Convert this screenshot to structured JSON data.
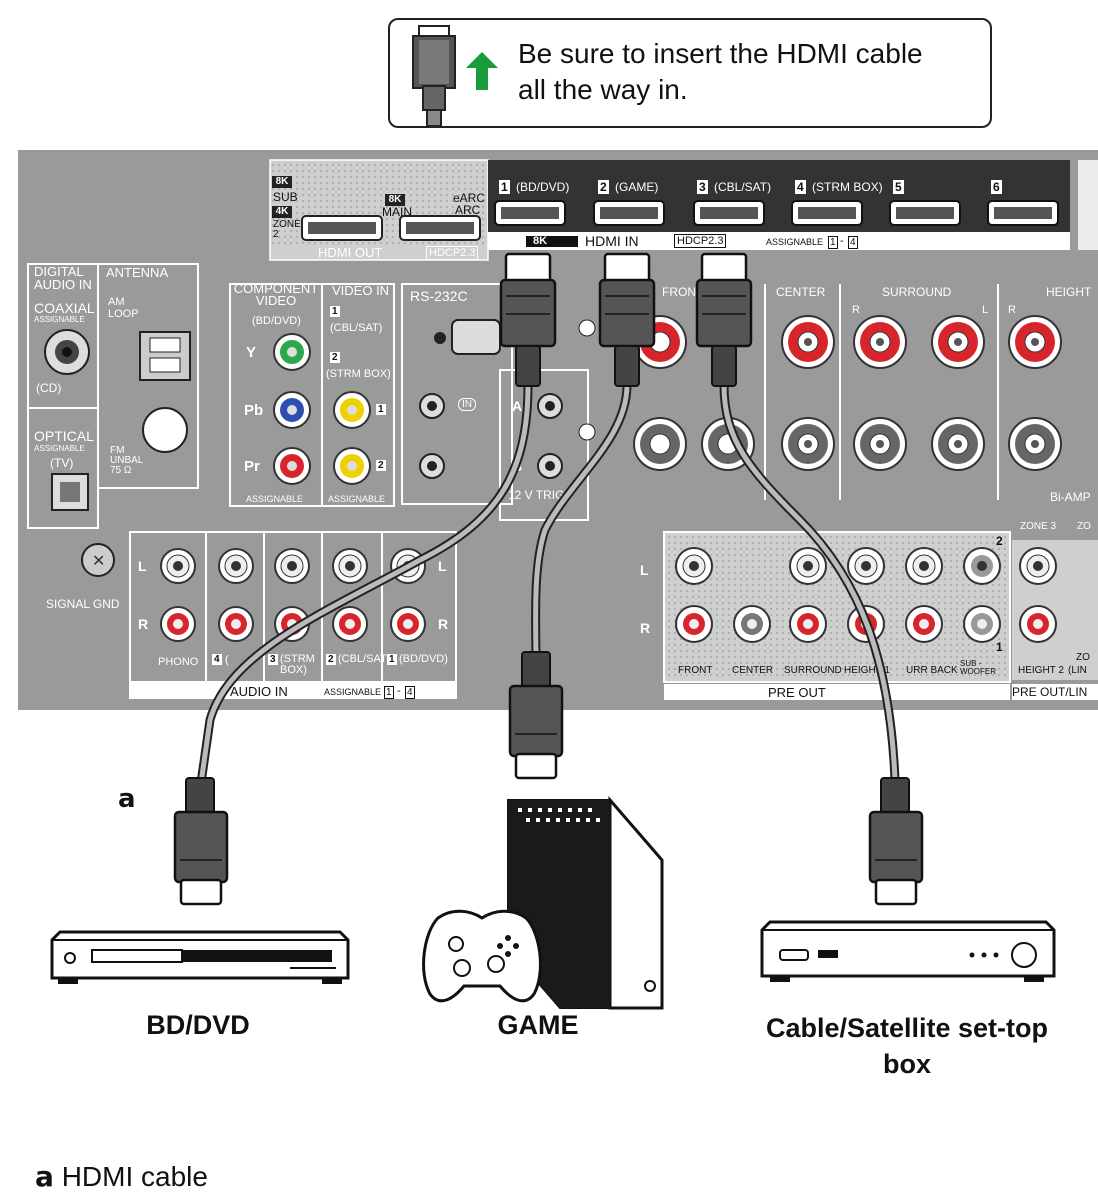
{
  "callout": {
    "text": "Be sure to insert the HDMI cable all the way in."
  },
  "panel": {
    "hdmi_out": {
      "label": "HDMI OUT",
      "hdcp": "HDCP2.3",
      "sub_badge": "8K",
      "sub_text": "SUB",
      "zone_badge": "4K",
      "zone_text": "ZONE 2",
      "main_badge": "8K",
      "main_text": "MAIN",
      "earc_text": "eARC",
      "arc_text": "ARC"
    },
    "hdmi_in": {
      "badge": "8K",
      "label": "HDMI IN",
      "hdcp": "HDCP2.3",
      "assignable": "ASSIGNABLE",
      "assignable_from": "1",
      "assignable_to": "4",
      "ports": [
        {
          "num": "1",
          "name": "(BD/DVD)"
        },
        {
          "num": "2",
          "name": "(GAME)"
        },
        {
          "num": "3",
          "name": "(CBL/SAT)"
        },
        {
          "num": "4",
          "name": "(STRM BOX)"
        },
        {
          "num": "5",
          "name": ""
        },
        {
          "num": "6",
          "name": ""
        }
      ]
    },
    "digital_audio_in": {
      "title": "DIGITAL AUDIO IN",
      "coaxial": "COAXIAL",
      "coaxial_sub": "ASSIGNABLE",
      "coaxial_name": "(CD)",
      "optical": "OPTICAL",
      "optical_sub": "ASSIGNABLE",
      "optical_name": "(TV)"
    },
    "antenna": {
      "title": "ANTENNA",
      "am": "AM LOOP",
      "fm": "FM UNBAL 75 Ω"
    },
    "component_video": {
      "title": "COMPONENT VIDEO",
      "name": "(BD/DVD)",
      "y": "Y",
      "pb": "Pb",
      "pr": "Pr",
      "assignable": "ASSIGNABLE"
    },
    "video_in": {
      "title": "VIDEO IN",
      "items": [
        {
          "num": "1",
          "name": "(CBL/SAT)"
        },
        {
          "num": "2",
          "name": "(STRM BOX)"
        }
      ],
      "assignable": "ASSIGNABLE"
    },
    "rs232c": "RS-232C",
    "ir_in": "IN",
    "trigger": {
      "a": "A",
      "b": "B",
      "label": "12 V TRIG"
    },
    "speakers": {
      "front": "FRONT",
      "center": "CENTER",
      "surround": "SURROUND",
      "height": "HEIGHT",
      "r": "R",
      "l": "L",
      "bi_amp": "Bi-AMP"
    },
    "signal_gnd": "SIGNAL GND",
    "audio_in": {
      "label": "AUDIO IN",
      "assignable": "ASSIGNABLE",
      "assignable_from": "1",
      "assignable_to": "4",
      "l": "L",
      "r": "R",
      "inputs": [
        {
          "num": "",
          "name": "PHONO"
        },
        {
          "num": "4",
          "name": "("
        },
        {
          "num": "3",
          "name": "(STRM BOX)"
        },
        {
          "num": "2",
          "name": "(CBL/SAT)"
        },
        {
          "num": "1",
          "name": "(BD/DVD)"
        }
      ]
    },
    "pre_out": {
      "label": "PRE OUT",
      "l": "L",
      "r": "R",
      "channels": [
        "FRONT",
        "CENTER",
        "SURROUND",
        "HEIGHT 1",
        "URR BACK",
        "SUB -WOOFER"
      ],
      "num1": "1",
      "num2": "2",
      "zone3": "ZONE 3",
      "zone_partial": "ZO",
      "height2": "HEIGHT 2",
      "line_partial": "(LIN",
      "zone_partial2": "ZO",
      "pre_out_line": "PRE OUT/LIN"
    }
  },
  "devices": [
    {
      "name": "BD/DVD"
    },
    {
      "name": "GAME"
    },
    {
      "name": "Cable/Satellite set-top box"
    }
  ],
  "cable_marker": "a",
  "legend": {
    "marker": "a",
    "text": "HDMI cable"
  }
}
